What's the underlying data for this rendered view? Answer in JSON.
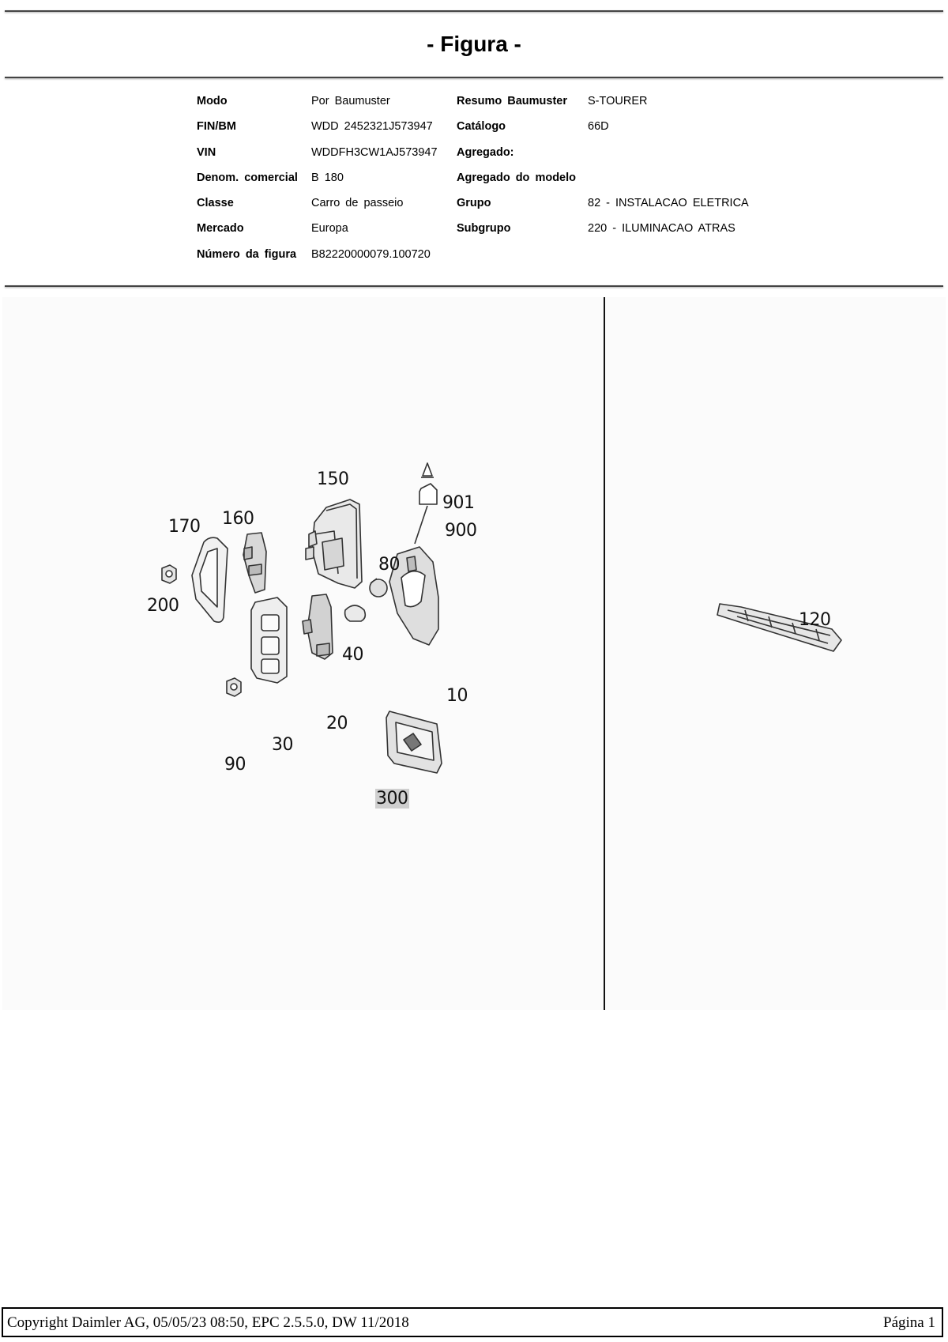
{
  "title": "- Figura -",
  "info_rows": [
    {
      "label1": "Modo",
      "value1": "Por Baumuster",
      "label2": "Resumo Baumuster",
      "value2": "S-TOURER"
    },
    {
      "label1": "FIN/BM",
      "value1": "WDD 2452321J573947",
      "label2": "Catálogo",
      "value2": "66D"
    },
    {
      "label1": "VIN",
      "value1": "WDDFH3CW1AJ573947",
      "label2": "Agregado:",
      "value2": ""
    },
    {
      "label1": "Denom. comercial",
      "value1": "B 180",
      "label2": "Agregado do modelo",
      "value2": ""
    },
    {
      "label1": "Classe",
      "value1": "Carro de passeio",
      "label2": "Grupo",
      "value2": "82 - INSTALACAO ELETRICA"
    },
    {
      "label1": "Mercado",
      "value1": "Europa",
      "label2": "Subgrupo",
      "value2": "220 - ILUMINACAO ATRAS"
    },
    {
      "label1": "Número da figura",
      "value1": "B82220000079.100720",
      "label2": "",
      "value2": ""
    }
  ],
  "diagram": {
    "callouts": {
      "c150": "150",
      "c901": "901",
      "c900": "900",
      "c170": "170",
      "c160": "160",
      "c80": "80",
      "c200": "200",
      "c40": "40",
      "c10": "10",
      "c20": "20",
      "c30": "30",
      "c90": "90",
      "c300": "300",
      "c120": "120"
    },
    "highlight_color": "#cfcfcf"
  },
  "footer": {
    "left": "Copyright Daimler AG, 05/05/23 08:50, EPC 2.5.5.0, DW 11/2018",
    "right": "Página 1"
  }
}
